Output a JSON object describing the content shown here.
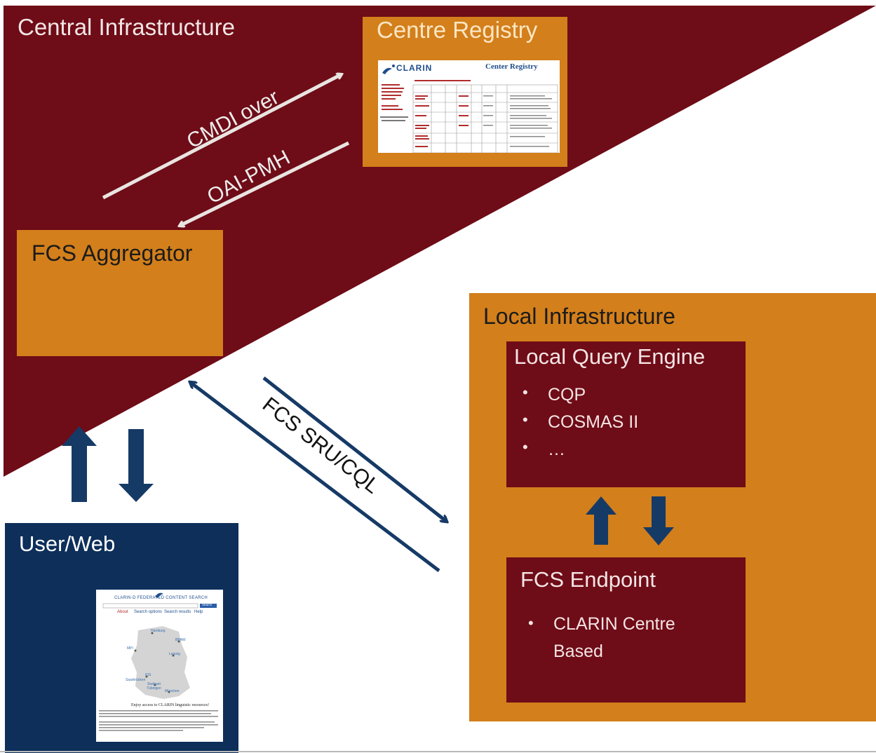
{
  "central_infrastructure": {
    "title": "Central Infrastructure",
    "color": "#6e0c17"
  },
  "centre_registry": {
    "title": "Centre Registry",
    "screenshot": {
      "logo": "CLARIN",
      "heading": "Center Registry"
    }
  },
  "fcs_aggregator": {
    "title": "FCS Aggregator"
  },
  "cmdi_link": {
    "label_line1": "CMDI over",
    "label_line2": "OAI-PMH"
  },
  "sru_link": {
    "label": "FCS SRU/CQL"
  },
  "local_infrastructure": {
    "title": "Local Infrastructure",
    "color": "#d37f1b"
  },
  "local_query_engine": {
    "title": "Local Query Engine",
    "items": [
      "CQP",
      "COSMAS II",
      "…"
    ]
  },
  "fcs_endpoint": {
    "title": "FCS Endpoint",
    "items": [
      "CLARIN Centre Based"
    ]
  },
  "user_web": {
    "title": "User/Web",
    "color": "#0d2f5a",
    "screenshot": {
      "heading": "CLARIN-D FEDERATED CONTENT SEARCH",
      "search_button": "Search",
      "nav": [
        "About",
        "Search options",
        "Search results",
        "Help"
      ],
      "cities": [
        "Hamburg",
        "BBAW",
        "MPI",
        "Leipzig",
        "IDS",
        "Saarbrücken",
        "Stuttgart",
        "Tübingen",
        "München"
      ],
      "tagline": "Enjoy access to CLARIN linguistic resources!"
    }
  },
  "arrow_colors": {
    "light": "#e9e5e1",
    "dark": "#163a66"
  }
}
